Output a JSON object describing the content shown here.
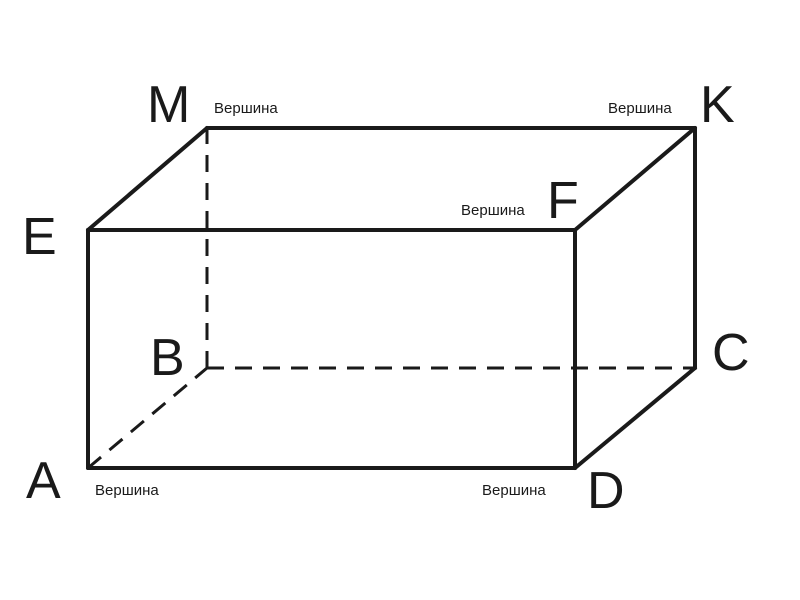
{
  "vertices": {
    "A": {
      "letter": "A",
      "caption": "Вершина"
    },
    "B": {
      "letter": "B",
      "caption": ""
    },
    "C": {
      "letter": "C",
      "caption": ""
    },
    "D": {
      "letter": "D",
      "caption": "Вершина"
    },
    "E": {
      "letter": "E",
      "caption": ""
    },
    "F": {
      "letter": "F",
      "caption": "Вершина"
    },
    "K": {
      "letter": "K",
      "caption": "Вершина"
    },
    "M": {
      "letter": "M",
      "caption": "Вершина"
    }
  },
  "edges": {
    "visible": [
      "AD",
      "DF",
      "FE",
      "EA",
      "EM",
      "MK",
      "KF",
      "KC",
      "CD"
    ],
    "hidden": [
      "AB",
      "BC",
      "BM"
    ]
  }
}
